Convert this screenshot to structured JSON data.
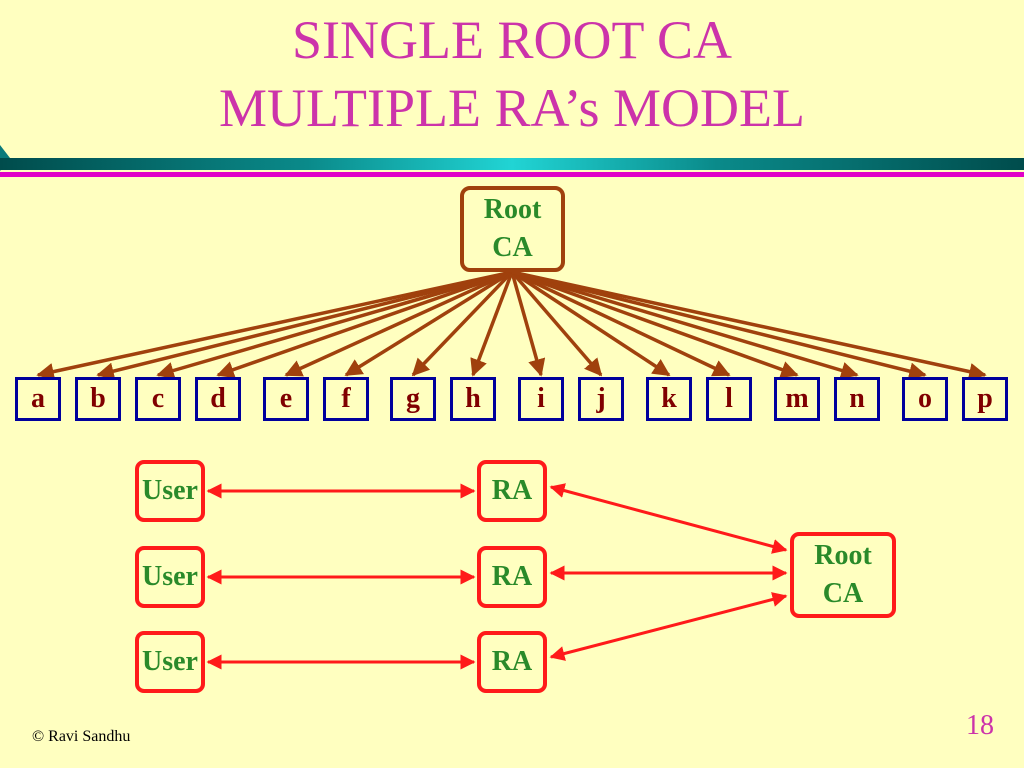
{
  "title": {
    "line1": "SINGLE ROOT CA",
    "line2": "MULTIPLE RA’s MODEL"
  },
  "top_tree": {
    "root_line1": "Root",
    "root_line2": "CA",
    "leaves": [
      "a",
      "b",
      "c",
      "d",
      "e",
      "f",
      "g",
      "h",
      "i",
      "j",
      "k",
      "l",
      "m",
      "n",
      "o",
      "p"
    ]
  },
  "bottom": {
    "users": [
      "User",
      "User",
      "User"
    ],
    "ras": [
      "RA",
      "RA",
      "RA"
    ],
    "root_line1": "Root",
    "root_line2": "CA"
  },
  "colors": {
    "background": "#ffffc0",
    "title": "#cc33aa",
    "tree_arrow": "#a0410d",
    "leaf_border": "#00009c",
    "leaf_text": "#800000",
    "node_text": "#2a8a2a",
    "red_arrow": "#ff1a1a"
  },
  "footer": {
    "copyright": "© Ravi Sandhu",
    "page_number": "18"
  }
}
